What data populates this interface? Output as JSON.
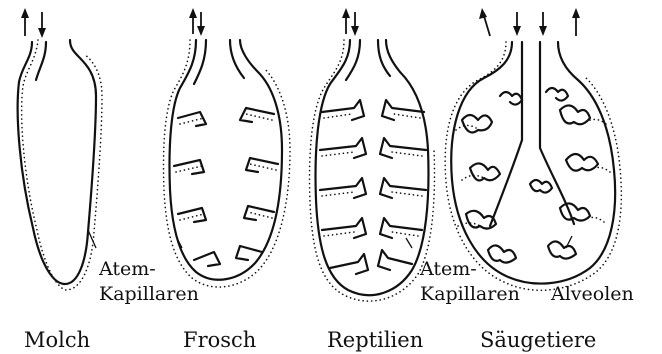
{
  "labels": {
    "molch_capillaries": [
      "Atem-",
      "Kapillaren"
    ],
    "reptilien_capillaries": [
      "Atem-",
      "Kapillaren"
    ],
    "alveoli": "Alveolen"
  },
  "names": [
    "Molch",
    "Frosch",
    "Reptilien",
    "Säugetiere"
  ]
}
